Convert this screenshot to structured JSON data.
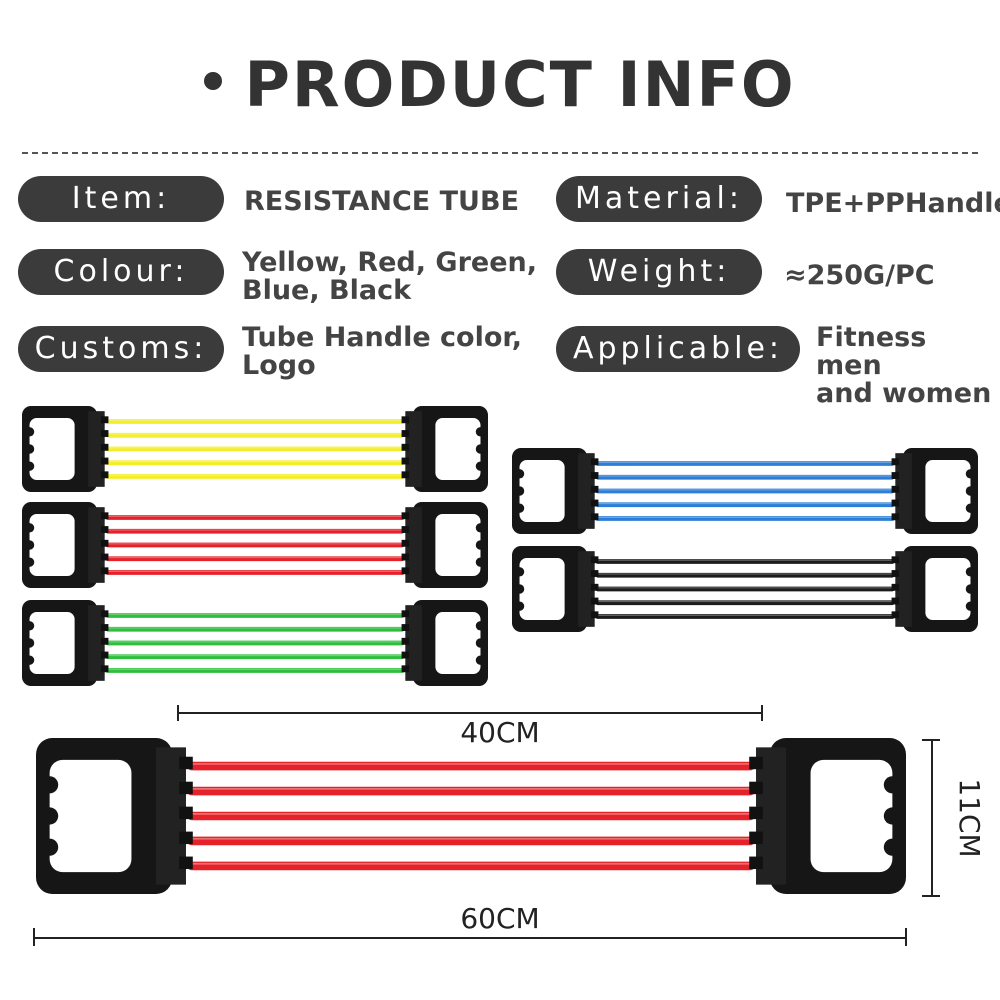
{
  "header": {
    "title": "PRODUCT INFO"
  },
  "specs": [
    {
      "label": "Item:",
      "value": "RESISTANCE TUBE"
    },
    {
      "label": "Material:",
      "value": "TPE+PPHandle"
    },
    {
      "label": "Colour:",
      "value": "Yellow, Red, Green,\nBlue, Black"
    },
    {
      "label": "Weight:",
      "value": "≈250G/PC"
    },
    {
      "label": "Customs:",
      "value": "Tube Handle color,\nLogo"
    },
    {
      "label": "Applicable:",
      "value": "Fitness men\nand women"
    }
  ],
  "products": {
    "colors": {
      "yellow": "#f3ee2a",
      "red": "#e5222a",
      "green": "#2fbf3c",
      "blue": "#2d7ed6",
      "black": "#1c1c1c"
    }
  },
  "dimensions": {
    "width": "40CM",
    "length": "60CM",
    "height": "11CM"
  }
}
